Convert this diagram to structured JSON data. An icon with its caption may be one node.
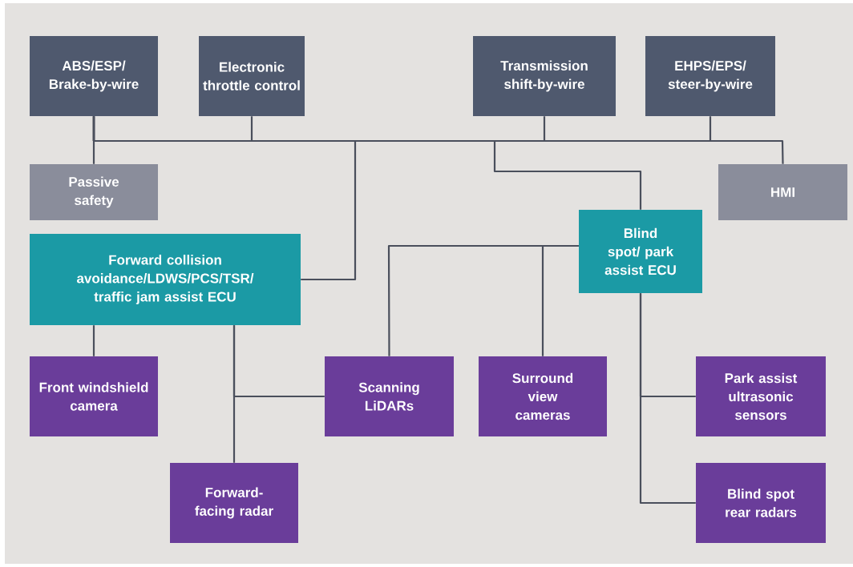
{
  "diagram": {
    "nodes": [
      {
        "text": [
          "ABS/ESP/ Brake-by-wire"
        ]
      },
      {
        "text": [
          "Electronic throttle control"
        ]
      },
      {
        "text": [
          "Transmission shift-by-wire"
        ]
      },
      {
        "text": [
          "EHPS/EPS/ steer-by-wire"
        ]
      },
      {
        "text": [
          "Passive safety"
        ]
      },
      {
        "text": [
          "HMI"
        ]
      },
      {
        "text": [
          "Blind spot/ park assist ECU"
        ]
      },
      {
        "text": [
          "Forward collision avoidance/LDWS/PCS/TSR/ traffic jam assist ECU"
        ]
      },
      {
        "text": [
          "Front windshield camera"
        ]
      },
      {
        "text": [
          "Scanning LiDARs"
        ]
      },
      {
        "text": [
          "Surround view cameras"
        ]
      },
      {
        "text": [
          "Park assist ultrasonic sensors"
        ]
      },
      {
        "text": [
          "Forward-facing radar"
        ]
      },
      {
        "text": [
          "Blind spot rear radars"
        ]
      }
    ],
    "edges": [
      {
        "from": 0,
        "to": 4,
        "arrow": "none"
      },
      {
        "from": 0,
        "to": 1,
        "arrow": "none"
      },
      {
        "from": 0,
        "to": 2,
        "arrow": "none"
      },
      {
        "from": 0,
        "to": 3,
        "arrow": "none"
      },
      {
        "from": 0,
        "to": 5,
        "arrow": "none"
      },
      {
        "from": 0,
        "to": 6,
        "arrow": "none"
      },
      {
        "from": 0,
        "to": 7,
        "arrow": "none"
      },
      {
        "from": 7,
        "to": 8,
        "arrow": "none"
      },
      {
        "from": 7,
        "to": 12,
        "arrow": "none"
      },
      {
        "from": 7,
        "to": 9,
        "arrow": "none"
      },
      {
        "from": 6,
        "to": 9,
        "arrow": "none"
      },
      {
        "from": 6,
        "to": 10,
        "arrow": "none"
      },
      {
        "from": 6,
        "to": 11,
        "arrow": "none"
      },
      {
        "from": 6,
        "to": 13,
        "arrow": "none"
      }
    ]
  }
}
